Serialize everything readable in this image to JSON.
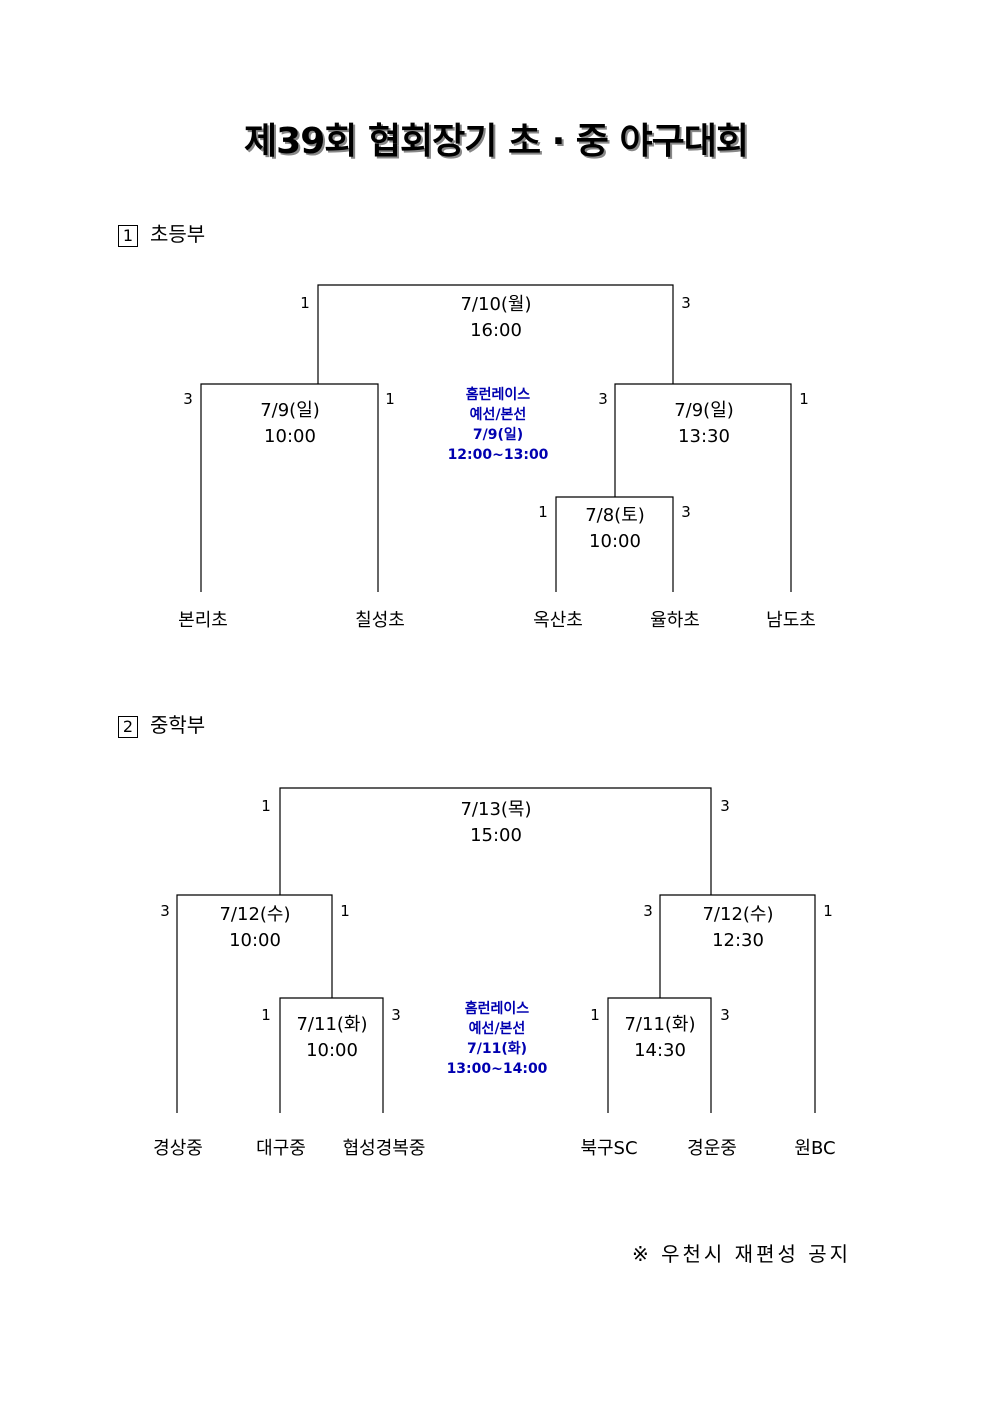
{
  "title": "제39회 협회장기 초 · 중 야구대회",
  "elementary": {
    "number": "1",
    "label": "초등부",
    "final": {
      "date": "7/10(월)",
      "time": "16:00",
      "score_left": "1",
      "score_right": "3"
    },
    "semi_left": {
      "date": "7/9(일)",
      "time": "10:00",
      "score_left": "3",
      "score_right": "1"
    },
    "semi_right": {
      "date": "7/9(일)",
      "time": "13:30",
      "score_left": "3",
      "score_right": "1"
    },
    "qf": {
      "date": "7/8(토)",
      "time": "10:00",
      "score_left": "1",
      "score_right": "3"
    },
    "homerun": [
      "홈런레이스",
      "예선/본선",
      "7/9(일)",
      "12:00~13:00"
    ],
    "teams": [
      "본리초",
      "칠성초",
      "옥산초",
      "율하초",
      "남도초"
    ]
  },
  "middle": {
    "number": "2",
    "label": "중학부",
    "final": {
      "date": "7/13(목)",
      "time": "15:00",
      "score_left": "1",
      "score_right": "3"
    },
    "semi_left": {
      "date": "7/12(수)",
      "time": "10:00",
      "score_left": "3",
      "score_right": "1"
    },
    "semi_right": {
      "date": "7/12(수)",
      "time": "12:30",
      "score_left": "3",
      "score_right": "1"
    },
    "qf_left": {
      "date": "7/11(화)",
      "time": "10:00",
      "score_left": "1",
      "score_right": "3"
    },
    "qf_right": {
      "date": "7/11(화)",
      "time": "14:30",
      "score_left": "1",
      "score_right": "3"
    },
    "homerun": [
      "홈런레이스",
      "예선/본선",
      "7/11(화)",
      "13:00~14:00"
    ],
    "teams": [
      "경상중",
      "대구중",
      "협성경복중",
      "북구SC",
      "경운중",
      "원BC"
    ]
  },
  "note": "※ 우천시 재편성 공지"
}
